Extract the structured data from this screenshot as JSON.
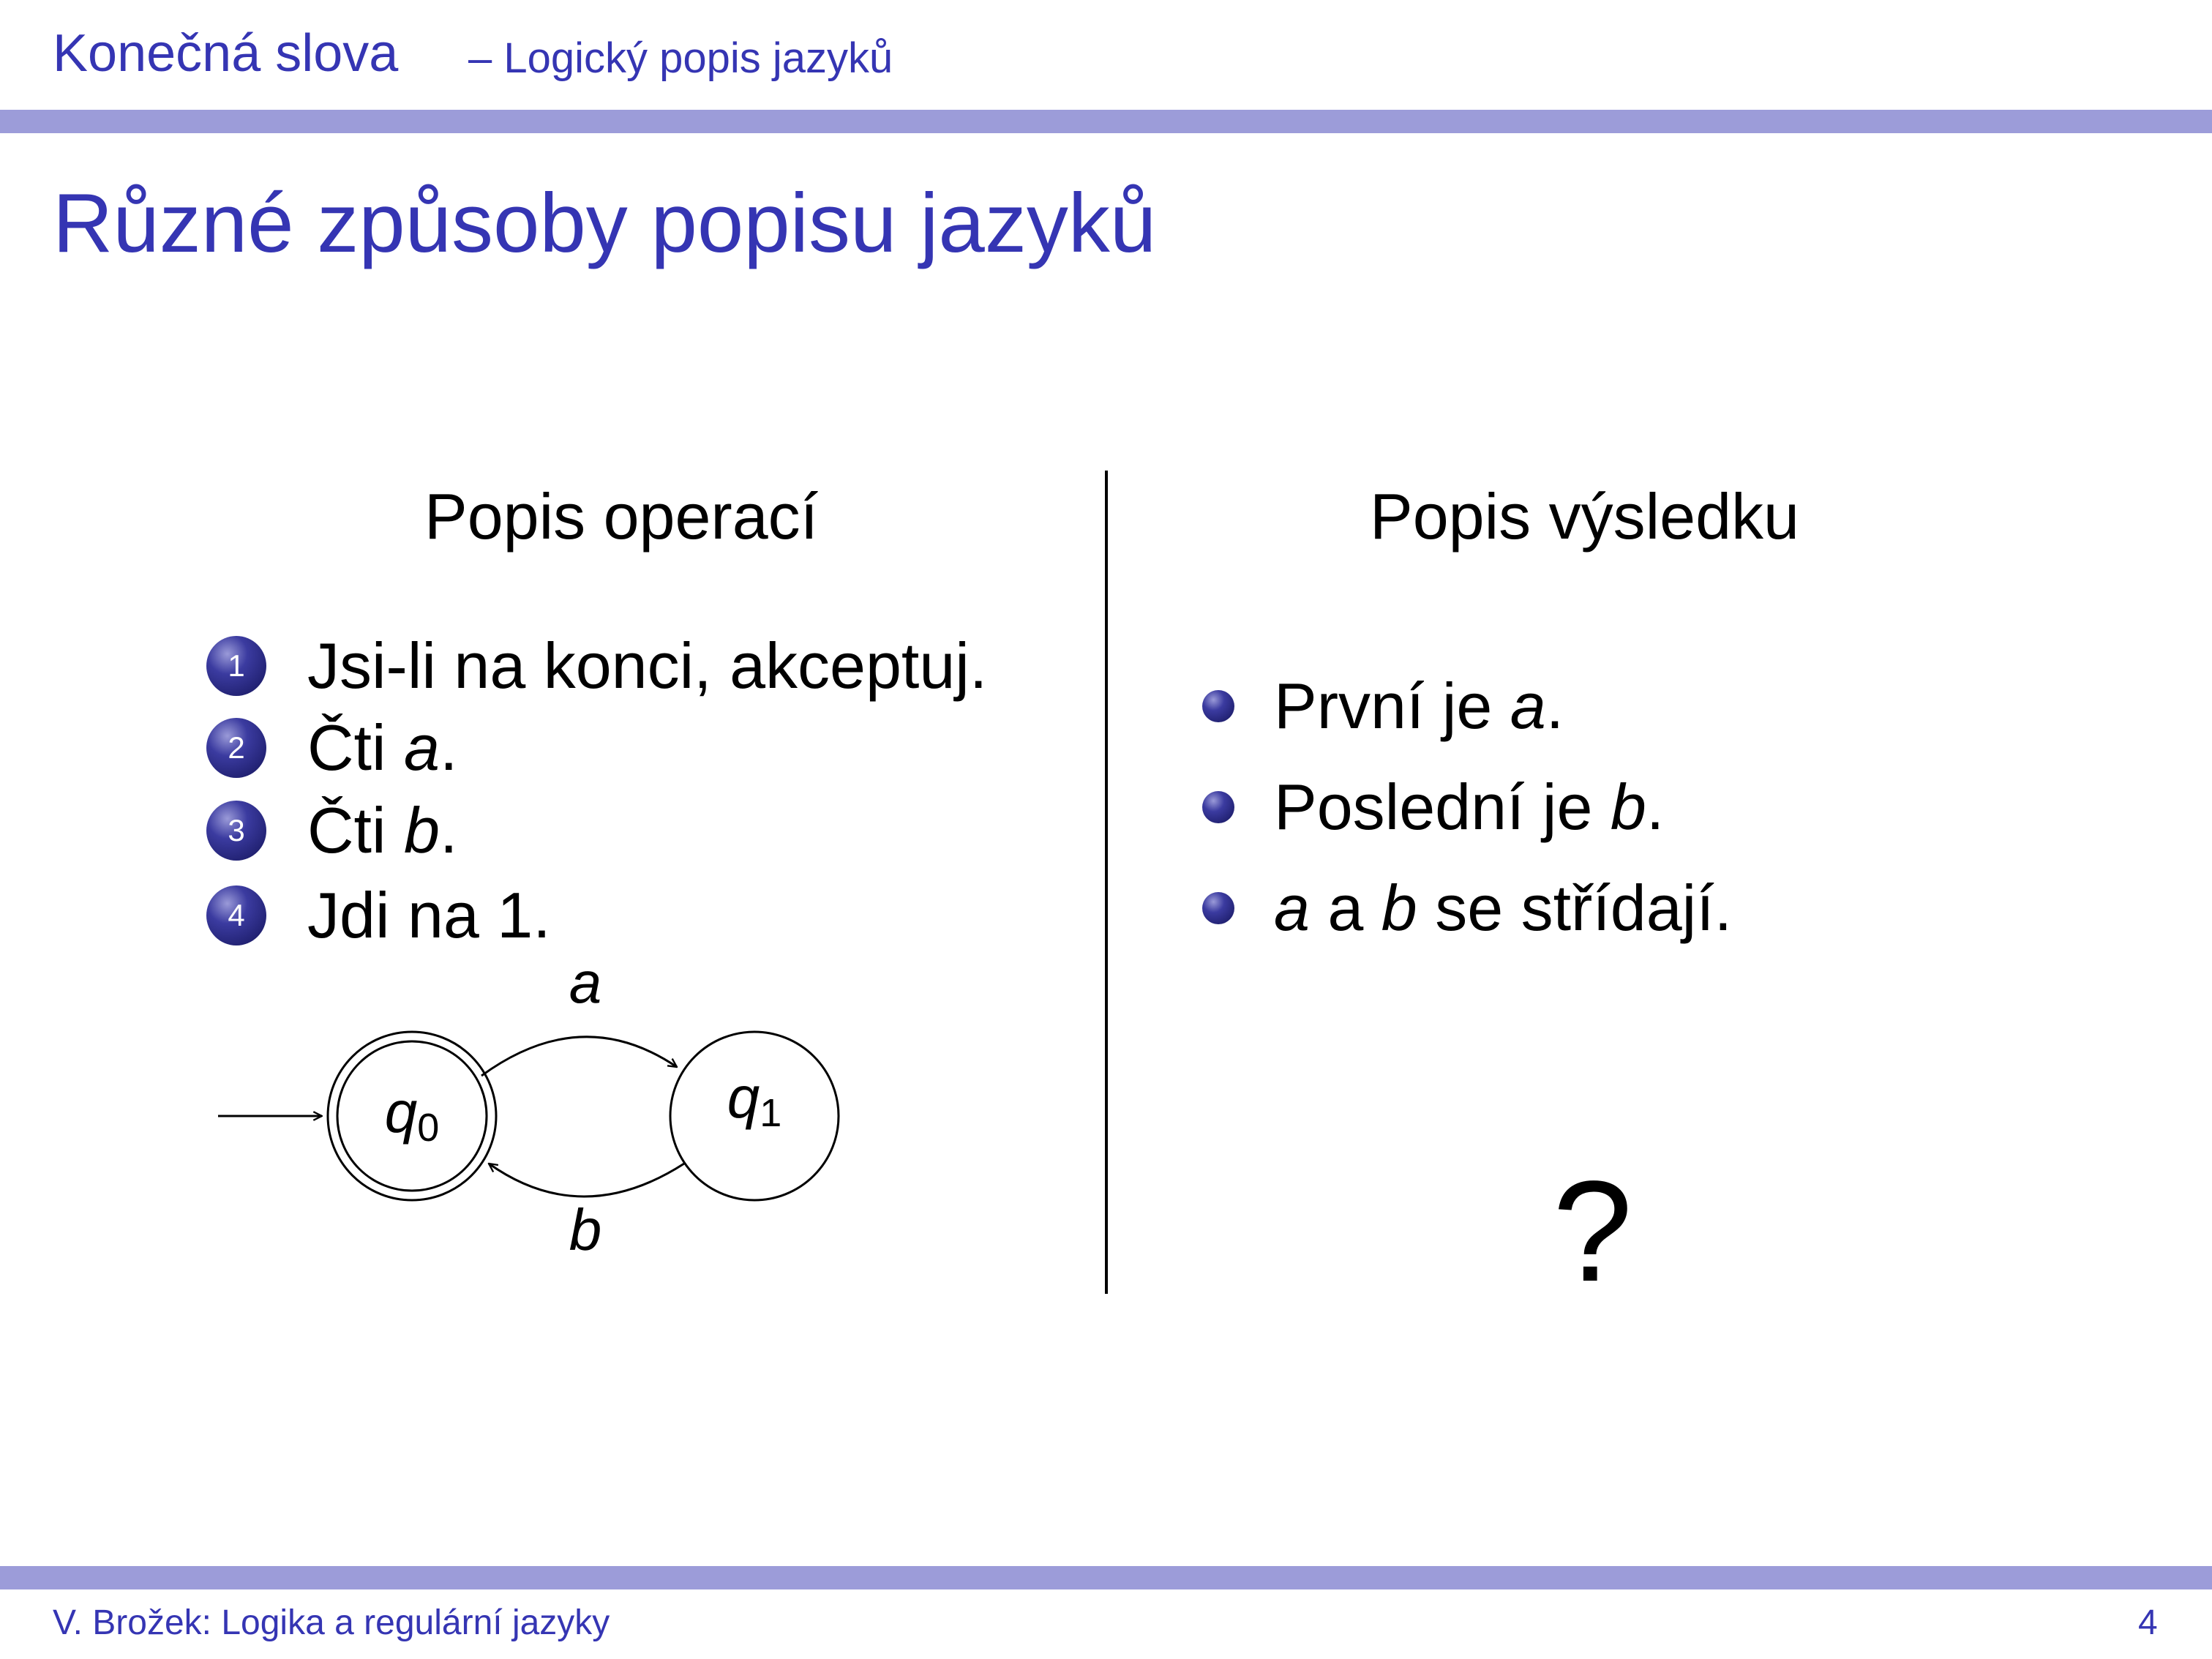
{
  "header": {
    "section": "Konečná slova",
    "subsection": "– Logický popis jazyků"
  },
  "slide": {
    "title": "Různé způsoby popisu jazyků"
  },
  "left_column": {
    "heading": "Popis operací",
    "steps": [
      {
        "number": "1",
        "parts": [
          {
            "text": "Jsi-li na konci, akceptuj.",
            "italic": false
          }
        ]
      },
      {
        "number": "2",
        "parts": [
          {
            "text": "Čti ",
            "italic": false
          },
          {
            "text": "a",
            "italic": true
          },
          {
            "text": ".",
            "italic": false
          }
        ]
      },
      {
        "number": "3",
        "parts": [
          {
            "text": "Čti ",
            "italic": false
          },
          {
            "text": "b",
            "italic": true
          },
          {
            "text": ".",
            "italic": false
          }
        ]
      },
      {
        "number": "4",
        "parts": [
          {
            "text": "Jdi na 1.",
            "italic": false
          }
        ]
      }
    ],
    "automaton": {
      "states": [
        {
          "id": "q0",
          "name": "q",
          "subscript": "0",
          "accepting": true,
          "initial": true
        },
        {
          "id": "q1",
          "name": "q",
          "subscript": "1",
          "accepting": false,
          "initial": false
        }
      ],
      "transitions": [
        {
          "from": "q0",
          "to": "q1",
          "label": "a"
        },
        {
          "from": "q1",
          "to": "q0",
          "label": "b"
        }
      ]
    }
  },
  "right_column": {
    "heading": "Popis výsledku",
    "bullets": [
      {
        "parts": [
          {
            "text": "První je ",
            "italic": false
          },
          {
            "text": "a",
            "italic": true
          },
          {
            "text": ".",
            "italic": false
          }
        ]
      },
      {
        "parts": [
          {
            "text": "Poslední je ",
            "italic": false
          },
          {
            "text": "b",
            "italic": true
          },
          {
            "text": ".",
            "italic": false
          }
        ]
      },
      {
        "parts": [
          {
            "text": "a",
            "italic": true
          },
          {
            "text": " a ",
            "italic": false
          },
          {
            "text": "b",
            "italic": true
          },
          {
            "text": " se střídají.",
            "italic": false
          }
        ]
      }
    ],
    "question": "?"
  },
  "footer": {
    "author_title": "V. Brožek: Logika a regulární jazyky",
    "page_number": "4"
  },
  "colors": {
    "accent": "#3535b3",
    "bar": "#9c9cd9",
    "text": "#000000"
  }
}
